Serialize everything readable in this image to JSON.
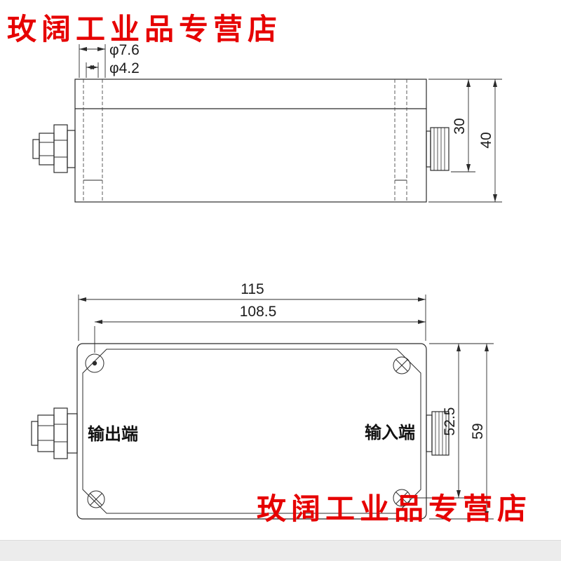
{
  "watermarks": {
    "top": "玫阔工业品专营店",
    "bottom": "玫阔工业品专营店"
  },
  "colors": {
    "watermark_red": "#e60000",
    "line": "#2b2b2b"
  },
  "top_view": {
    "dims": {
      "hole_outer_dia": "φ7.6",
      "hole_inner_dia": "φ4.2",
      "connector_height": "30",
      "total_height": "40"
    }
  },
  "bottom_view": {
    "labels": {
      "output_port": "输出端",
      "input_port": "输入端"
    },
    "dims": {
      "overall_length": "115",
      "hole_to_edge_length": "108.5",
      "edge_to_hole_height": "52.5",
      "overall_height": "59"
    }
  }
}
